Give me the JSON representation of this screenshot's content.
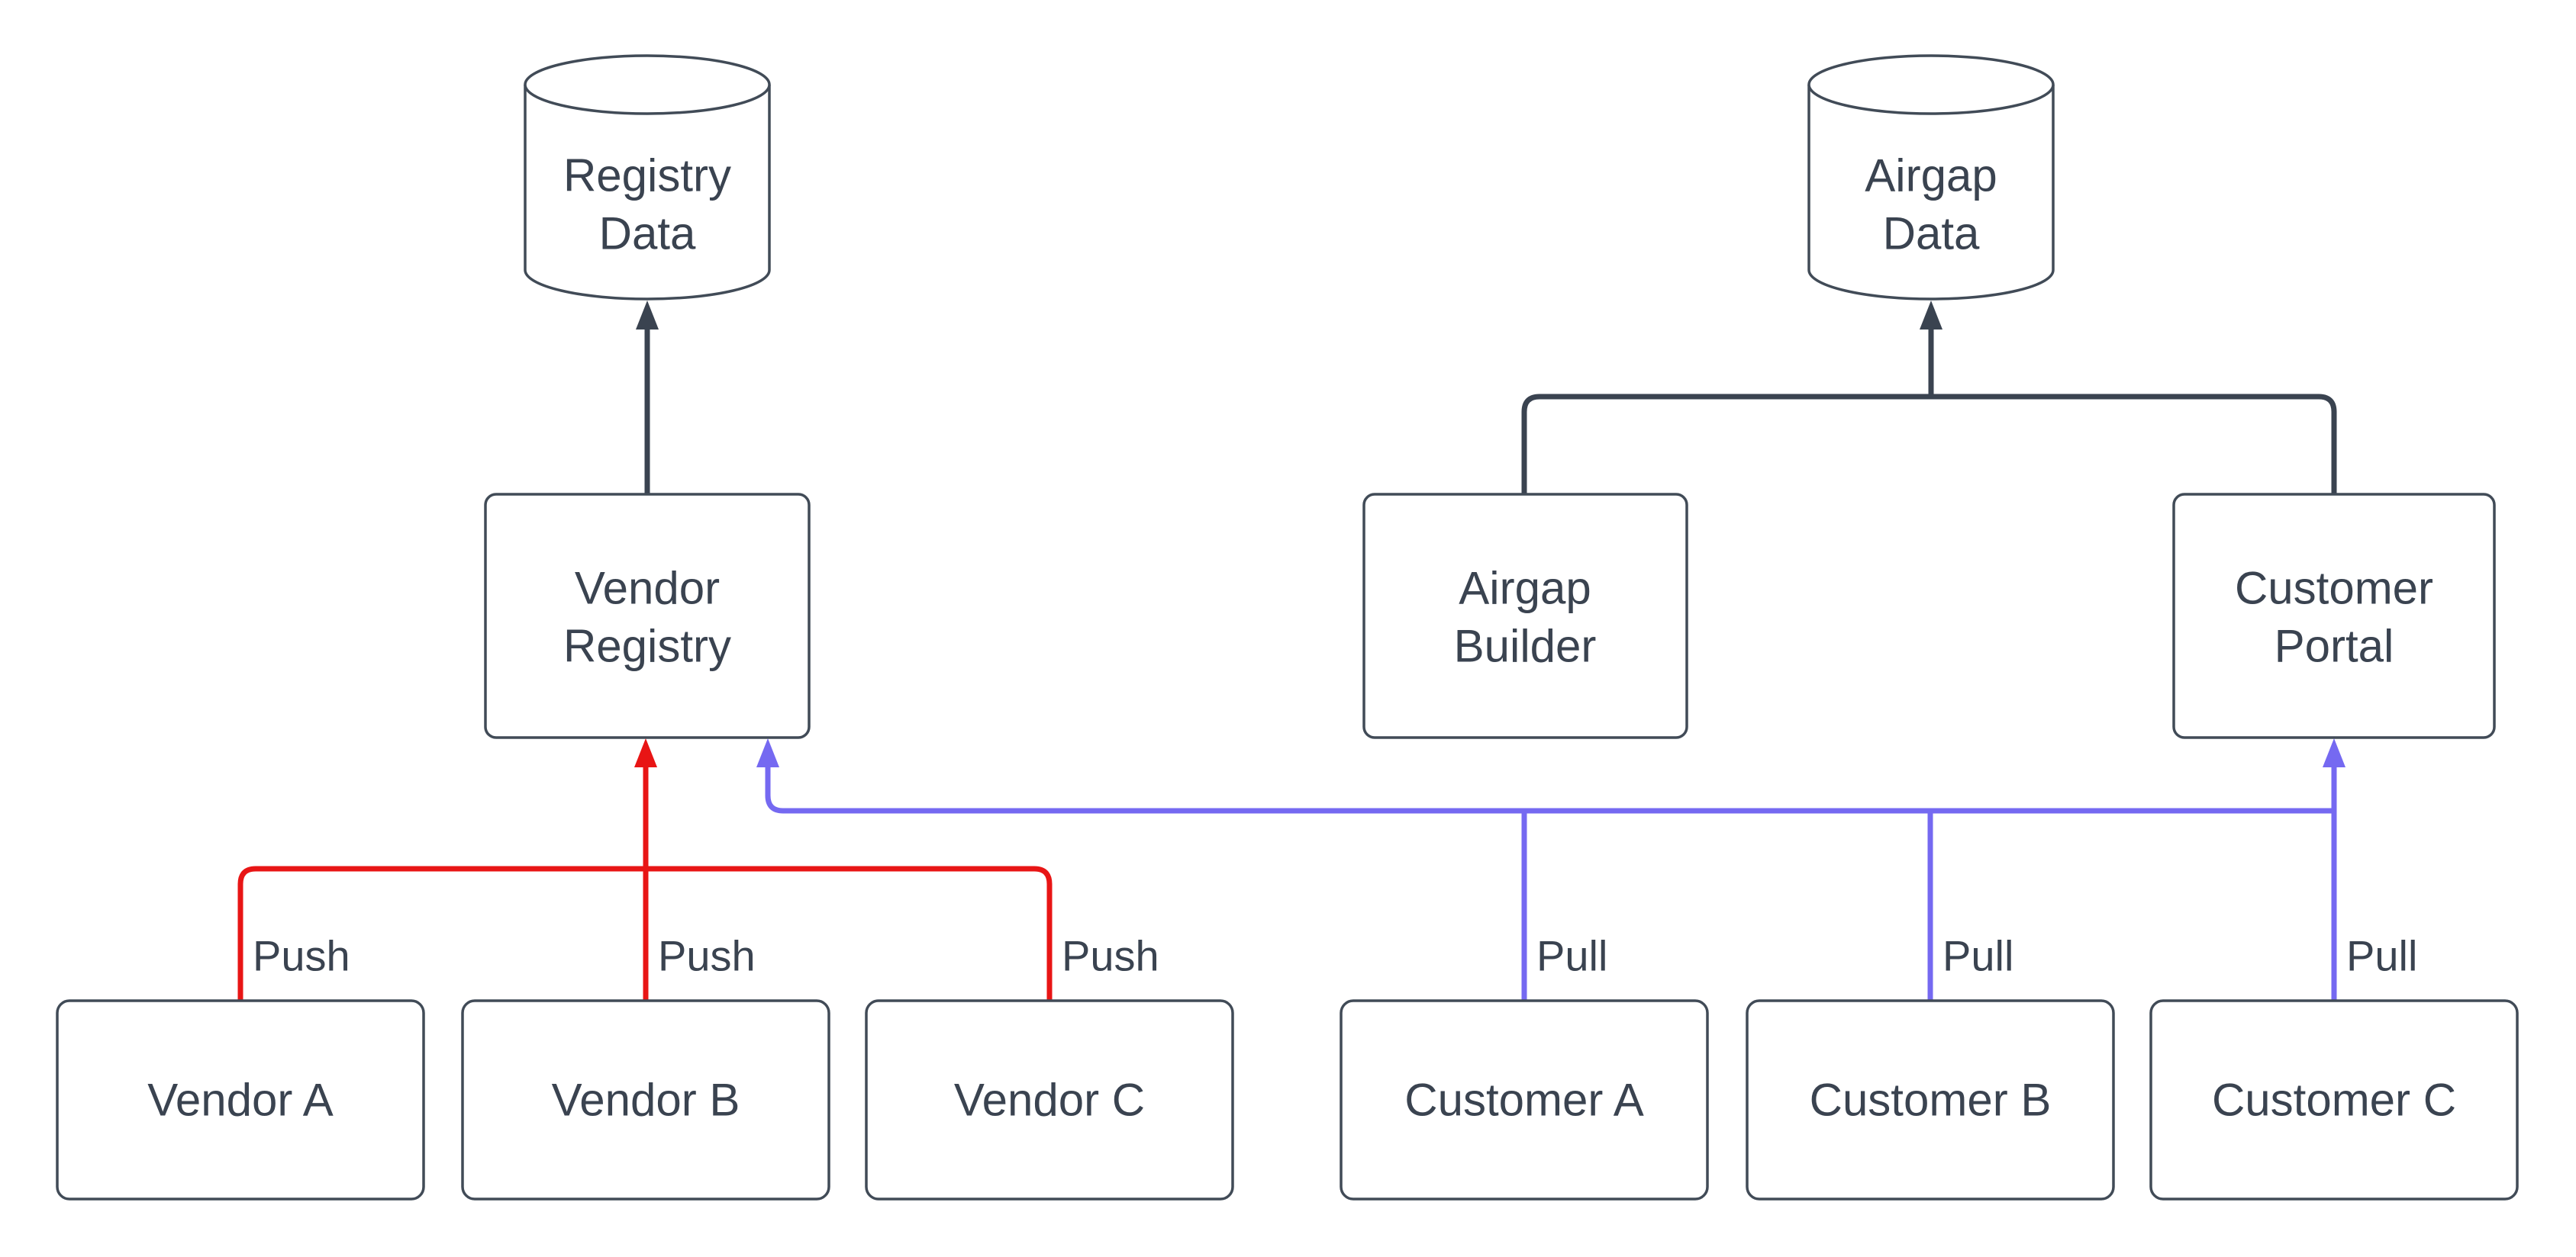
{
  "diagram": {
    "background": "#ffffff",
    "colors": {
      "node_fill": "#ffffff",
      "node_stroke": "#414b57",
      "text": "#3a4350",
      "edge_dark": "#3a4350",
      "edge_push": "#e81515",
      "edge_pull": "#7569f1"
    },
    "nodes": {
      "registry_data": {
        "type": "cylinder",
        "lines": [
          "Registry",
          "Data"
        ]
      },
      "airgap_data": {
        "type": "cylinder",
        "lines": [
          "Airgap",
          "Data"
        ]
      },
      "vendor_registry": {
        "type": "box",
        "lines": [
          "Vendor",
          "Registry"
        ]
      },
      "airgap_builder": {
        "type": "box",
        "lines": [
          "Airgap",
          "Builder"
        ]
      },
      "customer_portal": {
        "type": "box",
        "lines": [
          "Customer",
          "Portal"
        ]
      },
      "vendor_a": {
        "type": "box",
        "label": "Vendor A"
      },
      "vendor_b": {
        "type": "box",
        "label": "Vendor B"
      },
      "vendor_c": {
        "type": "box",
        "label": "Vendor C"
      },
      "customer_a": {
        "type": "box",
        "label": "Customer A"
      },
      "customer_b": {
        "type": "box",
        "label": "Customer B"
      },
      "customer_c": {
        "type": "box",
        "label": "Customer C"
      }
    },
    "edge_labels": {
      "push_a": "Push",
      "push_b": "Push",
      "push_c": "Push",
      "pull_a": "Pull",
      "pull_b": "Pull",
      "pull_c": "Pull"
    }
  }
}
